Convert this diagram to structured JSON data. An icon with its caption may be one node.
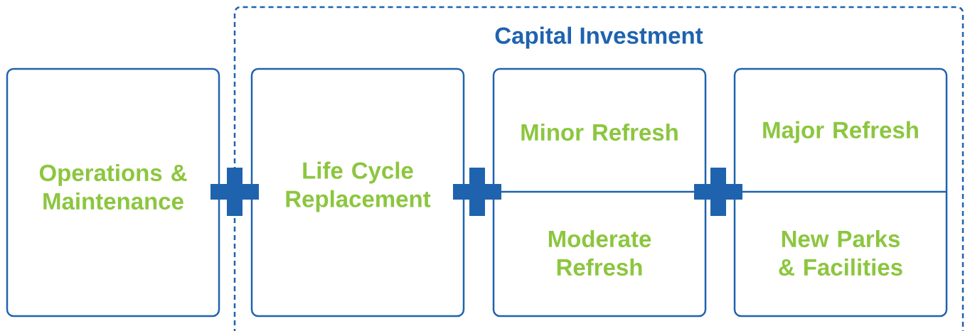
{
  "diagram": {
    "nodes": [
      {
        "text": [
          "Operations & Maintenance"
        ]
      },
      {
        "text": [
          "Capital Investment"
        ]
      },
      {
        "text": [
          "Life Cycle Replacement"
        ],
        "in": 1
      },
      {
        "text": [
          "Minor Refresh",
          "Moderate Refresh"
        ],
        "in": 1
      },
      {
        "text": [
          "Major Refresh",
          "New Parks & Facilities"
        ],
        "in": 1
      }
    ]
  }
}
